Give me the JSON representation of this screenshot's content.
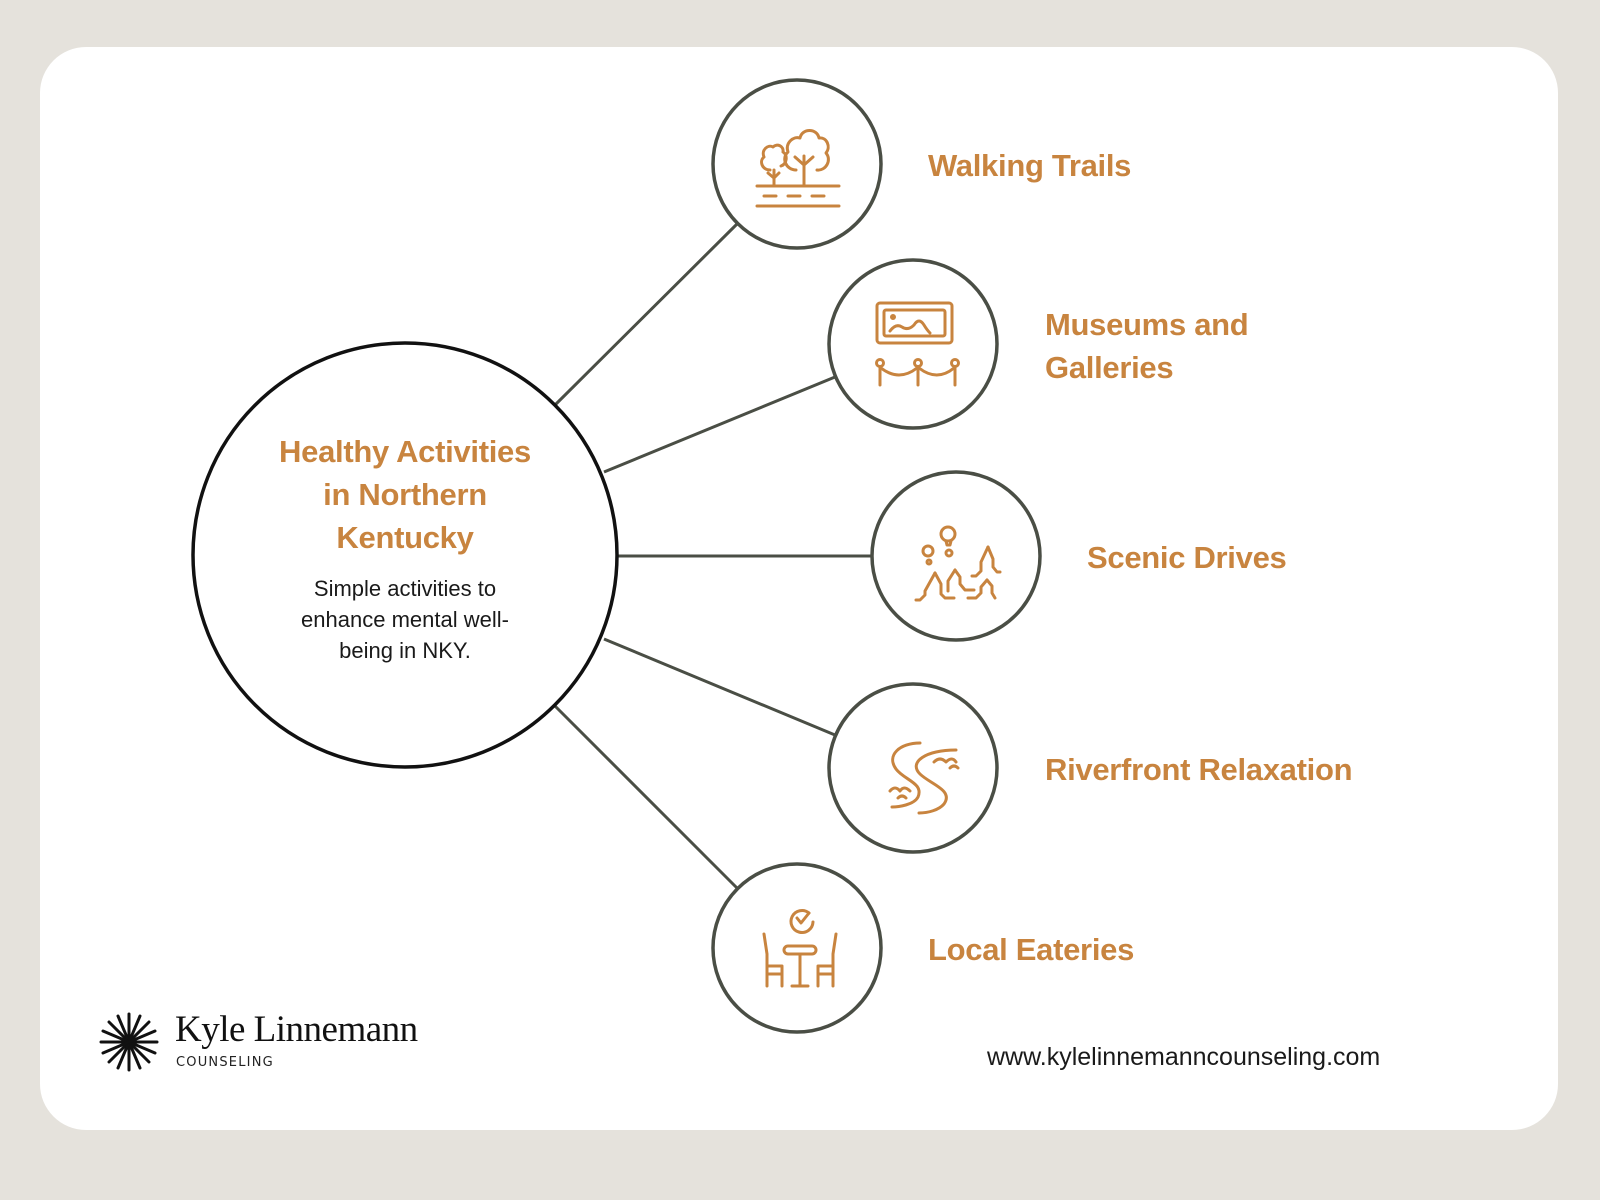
{
  "colors": {
    "background": "#e5e2dc",
    "card": "#ffffff",
    "accent": "#c8843f",
    "connector": "#4a4e45",
    "center_outline": "#111111",
    "body_text": "#1a1a1a"
  },
  "center": {
    "title": "Healthy Activities in Northern Kentucky",
    "title_lines": [
      "Healthy Activities",
      "in Northern",
      "Kentucky"
    ],
    "subtitle": "Simple activities to enhance mental well-being in NKY.",
    "subtitle_lines": [
      "Simple activities to",
      "enhance mental well-",
      "being in NKY."
    ]
  },
  "activities": [
    {
      "label": "Walking Trails",
      "label_lines": [
        "Walking Trails"
      ],
      "icon": "trees-path-icon"
    },
    {
      "label": "Museums and Galleries",
      "label_lines": [
        "Museums and",
        "Galleries"
      ],
      "icon": "framed-picture-rope-barrier-icon"
    },
    {
      "label": "Scenic Drives",
      "label_lines": [
        "Scenic Drives"
      ],
      "icon": "mountains-balloons-icon"
    },
    {
      "label": "Riverfront Relaxation",
      "label_lines": [
        "Riverfront Relaxation"
      ],
      "icon": "winding-river-birds-icon"
    },
    {
      "label": "Local Eateries",
      "label_lines": [
        "Local Eateries"
      ],
      "icon": "table-chairs-checkmark-icon"
    }
  ],
  "footer": {
    "brand_name": "Kyle Linnemann",
    "brand_sub": "COUNSELING",
    "brand_icon": "starburst-icon",
    "website": "www.kylelinnemanncounseling.com"
  }
}
